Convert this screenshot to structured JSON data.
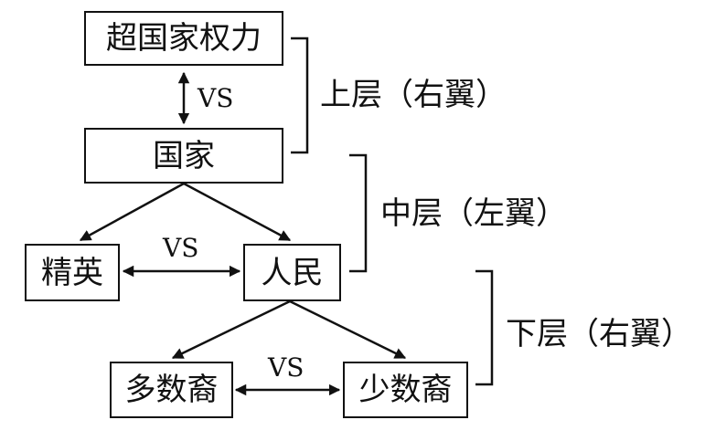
{
  "nodes": {
    "supranational": "超国家权力",
    "state": "国家",
    "elite": "精英",
    "people": "人民",
    "majority": "多数裔",
    "minority": "少数裔"
  },
  "vs_labels": {
    "supranational_vs_state": "VS",
    "elite_vs_people": "VS",
    "majority_vs_minority": "VS"
  },
  "layers": {
    "upper": "上层（右翼）",
    "middle": "中层（左翼）",
    "lower": "下层（右翼）"
  },
  "colors": {
    "line": "#111111",
    "background": "#ffffff"
  }
}
